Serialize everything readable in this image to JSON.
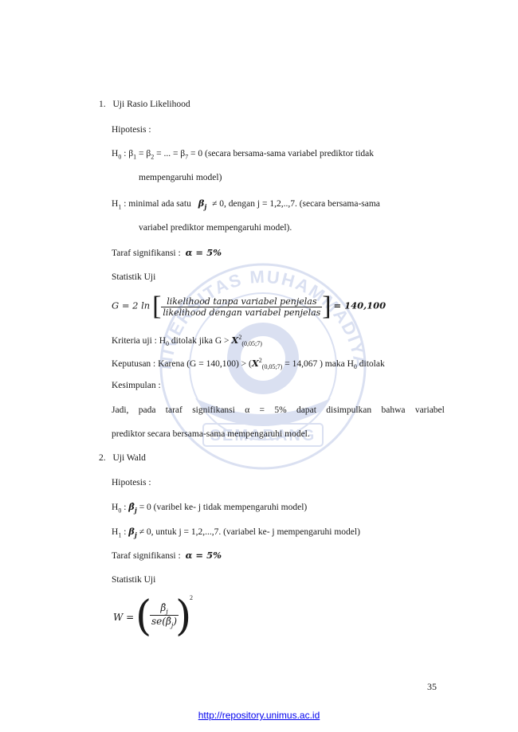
{
  "item1": {
    "number": "1.",
    "title": "Uji Rasio Likelihood",
    "hipotesis_label": "Hipotesis :",
    "h0_prefix": "H",
    "h0_sub": "0",
    "h0_text_a": " :  β",
    "h0_text_b": " = β",
    "h0_text_c": " =  ...  = β",
    "h0_text_d": " = 0  (secara  bersama-sama  variabel  prediktor  tidak",
    "h0_line2": "mempengaruhi model)",
    "h1_prefix": "H",
    "h1_sub": "1",
    "h1_text_a": " :  minimal  ada  satu",
    "h1_beta": "β",
    "h1_beta_sub": "j",
    "h1_text_b": "≠  0,  dengan  j  =  1,2,..,7.  (secara  bersama-sama",
    "h1_line2": "variabel prediktor mempengaruhi model).",
    "taraf_label": "Taraf signifikansi :",
    "alpha": "α = 5%",
    "statistik_label": "Statistik Uji",
    "g_lhs": "G = 2 ln",
    "g_num": "likelihood tanpa variabel penjelas",
    "g_den": "likelihood dengan variabel penjelas",
    "g_rhs": "= 140,100",
    "kriteria_a": "Kriteria uji : H",
    "kriteria_sub": "0",
    "kriteria_b": " ditolak jika G >",
    "kriteria_chi": "X",
    "kriteria_chi_sup": "2",
    "kriteria_chi_sub": "(0,05;7)",
    "keputusan_a": "Keputusan : Karena (G = 140,100) > (",
    "keputusan_chi": "X",
    "keputusan_chi_sup": "2",
    "keputusan_chi_sub": "(0,05;7)",
    "keputusan_b": " = 14,067 ) maka H",
    "keputusan_sub": "0",
    "keputusan_c": " ditolak",
    "kesimpulan_label": "Kesimpulan :",
    "jadi_words": [
      "Jadi,",
      "pada",
      "taraf",
      "signifikansi",
      "α",
      "=",
      "5%",
      "dapat",
      "disimpulkan",
      "bahwa",
      "variabel"
    ],
    "jadi_line2": "prediktor secara bersama-sama mempengaruhi model."
  },
  "item2": {
    "number": "2.",
    "title": "Uji Wald",
    "hipotesis_label": "Hipotesis :",
    "h0_a": "H",
    "h0_sub": "0",
    "h0_b": " :",
    "h0_beta": "β̂",
    "h0_beta_sub": "j",
    "h0_c": " = 0 (varibel ke- j tidak mempengaruhi model)",
    "h1_a": "H",
    "h1_sub": "1",
    "h1_b": " :",
    "h1_beta": "β",
    "h1_beta_sub": "j",
    "h1_c": " ≠ 0, untuk j = 1,2,...,7. (variabel ke- j mempengaruhi model)",
    "taraf_label": "Taraf signifikansi :",
    "alpha": "α = 5%",
    "statistik_label": "Statistik Uji",
    "w_lhs": "W =",
    "w_num": "β̂",
    "w_num_sub": "j",
    "w_den_a": "se",
    "w_den_b": "β̂",
    "w_den_sub": "j",
    "w_exp": "2"
  },
  "watermark": {
    "top_text": "UNIVERSITAS MUHAMMADIYAH",
    "bottom_text": "SEMARANG",
    "color": "#3a5bb8"
  },
  "page_number": "35",
  "footer_url": "http://repository.unimus.ac.id"
}
